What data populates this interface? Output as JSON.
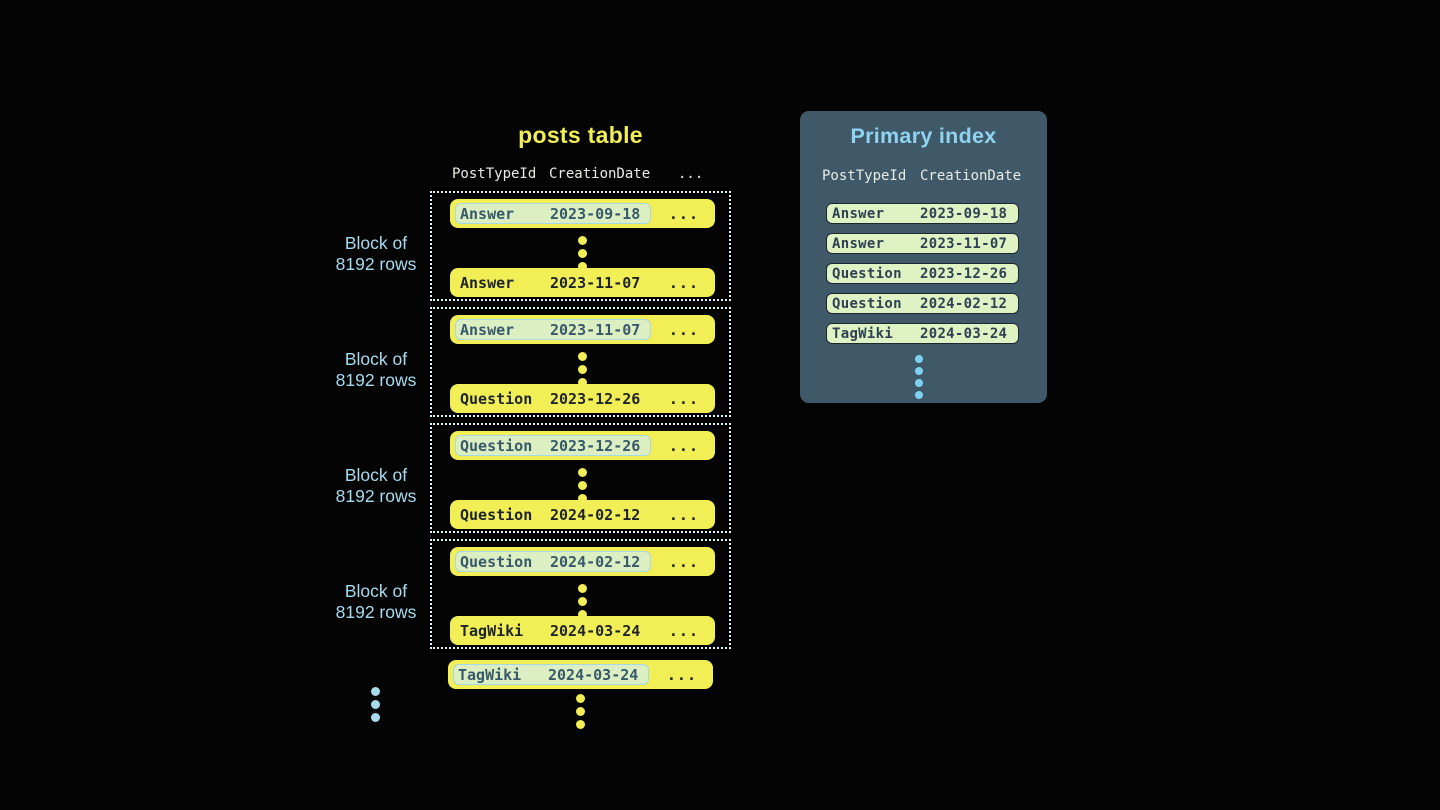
{
  "posts_table": {
    "title": "posts table",
    "columns": [
      "PostTypeId",
      "CreationDate",
      "..."
    ],
    "blocks": [
      {
        "label_line1": "Block of",
        "label_line2": "8192 rows",
        "first_row": {
          "type": "Answer",
          "date": "2023-09-18",
          "more": "..."
        },
        "last_row": {
          "type": "Answer",
          "date": "2023-11-07",
          "more": "..."
        }
      },
      {
        "label_line1": "Block of",
        "label_line2": "8192 rows",
        "first_row": {
          "type": "Answer",
          "date": "2023-11-07",
          "more": "..."
        },
        "last_row": {
          "type": "Question",
          "date": "2023-12-26",
          "more": "..."
        }
      },
      {
        "label_line1": "Block of",
        "label_line2": "8192 rows",
        "first_row": {
          "type": "Question",
          "date": "2023-12-26",
          "more": "..."
        },
        "last_row": {
          "type": "Question",
          "date": "2024-02-12",
          "more": "..."
        }
      },
      {
        "label_line1": "Block of",
        "label_line2": "8192 rows",
        "first_row": {
          "type": "Question",
          "date": "2024-02-12",
          "more": "..."
        },
        "last_row": {
          "type": "TagWiki",
          "date": "2024-03-24",
          "more": "..."
        }
      }
    ],
    "trailing_row": {
      "type": "TagWiki",
      "date": "2024-03-24",
      "more": "..."
    }
  },
  "primary_index": {
    "title": "Primary index",
    "columns": [
      "PostTypeId",
      "CreationDate"
    ],
    "rows": [
      {
        "type": "Answer",
        "date": "2023-09-18"
      },
      {
        "type": "Answer",
        "date": "2023-11-07"
      },
      {
        "type": "Question",
        "date": "2023-12-26"
      },
      {
        "type": "Question",
        "date": "2024-02-12"
      },
      {
        "type": "TagWiki",
        "date": "2024-03-24"
      }
    ]
  },
  "colors": {
    "background": "#040404",
    "yellow": "#F2EE55",
    "row-text": "#1E242B",
    "pill-bg": "#DCEFC2",
    "pill-border": "#A5D8E8",
    "pill-text": "#38596C",
    "header-text": "#E9ECE4",
    "block-label": "#A8DAEF",
    "block-border": "#DFF2FA",
    "panel-bg": "#3F5969",
    "panel-title": "#8FD3F0",
    "index-pill-bg": "#DFF2C4",
    "index-pill-border": "#1C2730",
    "index-pill-text": "#2D4152",
    "index-dots": "#7FD1F1"
  }
}
